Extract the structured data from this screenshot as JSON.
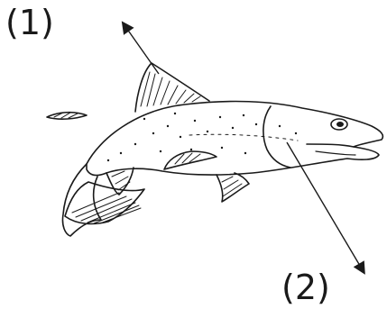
{
  "diagram": {
    "labels": {
      "label_1": "(1)",
      "label_2": "(2)"
    },
    "subject": "fish-illustration",
    "colors": {
      "ink": "#1a1a1a",
      "background": "#ffffff"
    }
  }
}
